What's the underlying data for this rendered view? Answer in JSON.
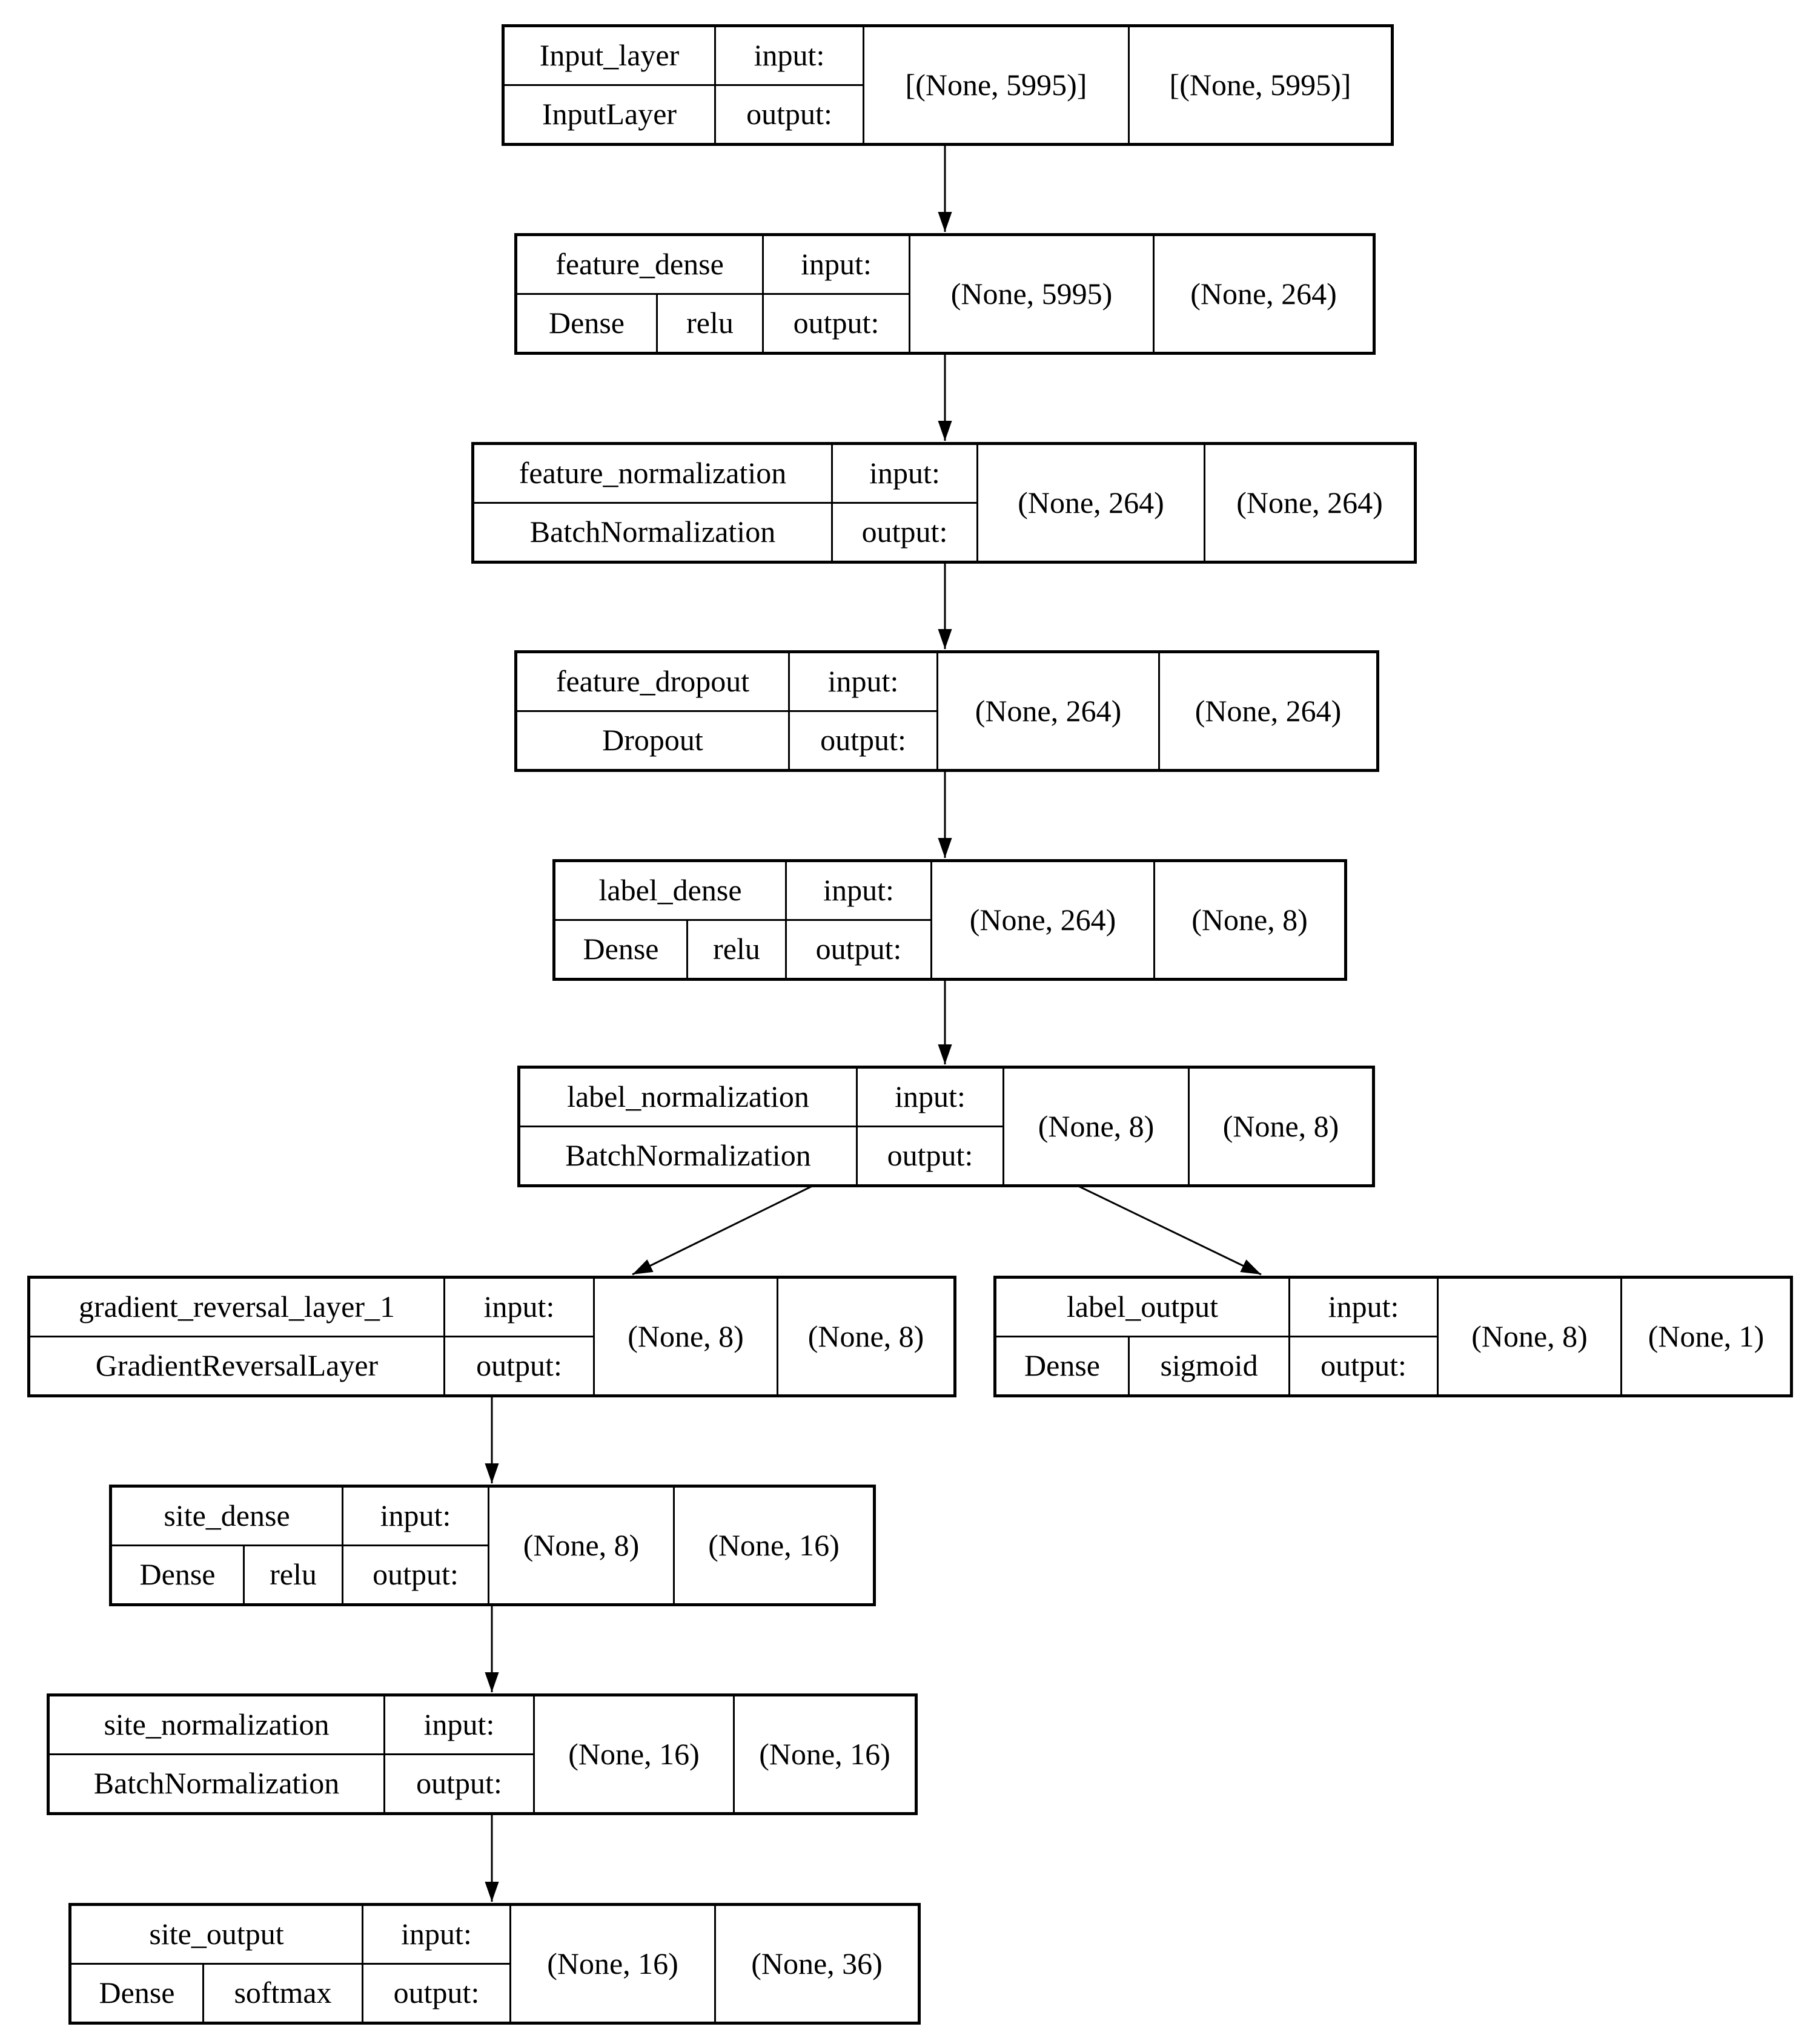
{
  "diagram": {
    "background_color": "#ffffff",
    "line_color": "#000000",
    "labels": {
      "input": "input:",
      "output": "output:"
    },
    "nodes": [
      {
        "id": "Input_layer",
        "name": "Input_layer",
        "class_name": "InputLayer",
        "activation": null,
        "input_shape": "[(None, 5995)]",
        "output_shape": "[(None, 5995)]"
      },
      {
        "id": "feature_dense",
        "name": "feature_dense",
        "class_name": "Dense",
        "activation": "relu",
        "input_shape": "(None, 5995)",
        "output_shape": "(None, 264)"
      },
      {
        "id": "feature_normalization",
        "name": "feature_normalization",
        "class_name": "BatchNormalization",
        "activation": null,
        "input_shape": "(None, 264)",
        "output_shape": "(None, 264)"
      },
      {
        "id": "feature_dropout",
        "name": "feature_dropout",
        "class_name": "Dropout",
        "activation": null,
        "input_shape": "(None, 264)",
        "output_shape": "(None, 264)"
      },
      {
        "id": "label_dense",
        "name": "label_dense",
        "class_name": "Dense",
        "activation": "relu",
        "input_shape": "(None, 264)",
        "output_shape": "(None, 8)"
      },
      {
        "id": "label_normalization",
        "name": "label_normalization",
        "class_name": "BatchNormalization",
        "activation": null,
        "input_shape": "(None, 8)",
        "output_shape": "(None, 8)"
      },
      {
        "id": "gradient_reversal_layer_1",
        "name": "gradient_reversal_layer_1",
        "class_name": "GradientReversalLayer",
        "activation": null,
        "input_shape": "(None, 8)",
        "output_shape": "(None, 8)"
      },
      {
        "id": "label_output",
        "name": "label_output",
        "class_name": "Dense",
        "activation": "sigmoid",
        "input_shape": "(None, 8)",
        "output_shape": "(None, 1)"
      },
      {
        "id": "site_dense",
        "name": "site_dense",
        "class_name": "Dense",
        "activation": "relu",
        "input_shape": "(None, 8)",
        "output_shape": "(None, 16)"
      },
      {
        "id": "site_normalization",
        "name": "site_normalization",
        "class_name": "BatchNormalization",
        "activation": null,
        "input_shape": "(None, 16)",
        "output_shape": "(None, 16)"
      },
      {
        "id": "site_output",
        "name": "site_output",
        "class_name": "Dense",
        "activation": "softmax",
        "input_shape": "(None, 16)",
        "output_shape": "(None, 36)"
      }
    ],
    "edges": [
      {
        "from": "Input_layer",
        "to": "feature_dense"
      },
      {
        "from": "feature_dense",
        "to": "feature_normalization"
      },
      {
        "from": "feature_normalization",
        "to": "feature_dropout"
      },
      {
        "from": "feature_dropout",
        "to": "label_dense"
      },
      {
        "from": "label_dense",
        "to": "label_normalization"
      },
      {
        "from": "label_normalization",
        "to": "gradient_reversal_layer_1"
      },
      {
        "from": "label_normalization",
        "to": "label_output"
      },
      {
        "from": "gradient_reversal_layer_1",
        "to": "site_dense"
      },
      {
        "from": "site_dense",
        "to": "site_normalization"
      },
      {
        "from": "site_normalization",
        "to": "site_output"
      }
    ]
  }
}
